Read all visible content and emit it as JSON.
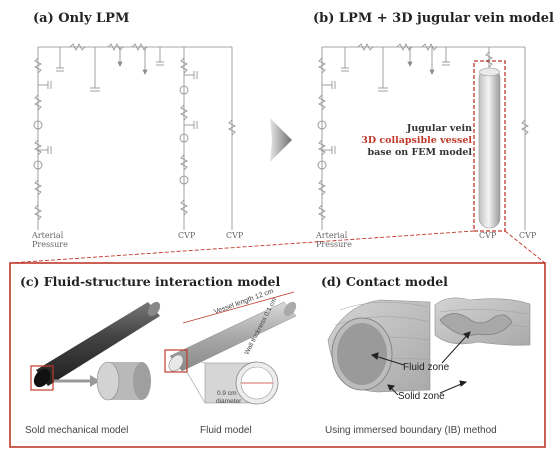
{
  "panel_a": {
    "title": "(a) Only LPM",
    "label_arterial_1": "Arterial",
    "label_arterial_2": "Pressure",
    "label_cvp_1": "CVP",
    "label_cvp_2": "CVP"
  },
  "panel_b": {
    "title": "(b) LPM + 3D jugular vein model",
    "label_arterial_1": "Arterial",
    "label_arterial_2": "Pressure",
    "label_cvp_1": "CVP",
    "label_cvp_2": "CVP",
    "vein_line1": "Jugular vein",
    "vein_line2": "3D collapsible vessel",
    "vein_line3": "base on FEM model"
  },
  "panel_c": {
    "title": "(c) Fluid-structure interaction model",
    "vessel_length": "Vessel length 12 cm",
    "wall_thickness": "Wall thickness 0.1 cm",
    "diameter_1": "0.9 cm",
    "diameter_2": "diameter",
    "caption_left": "Sold mechanical model",
    "caption_right": "Fluid model"
  },
  "panel_d": {
    "title": "(d) Contact model",
    "fluid_zone": "Fluid zone",
    "solid_zone": "Solid zone",
    "caption": "Using immersed boundary (IB) method"
  },
  "colors": {
    "accent_red": "#c0392b",
    "circuit_line": "#888888",
    "vessel_gray": "#bdbdbd"
  }
}
